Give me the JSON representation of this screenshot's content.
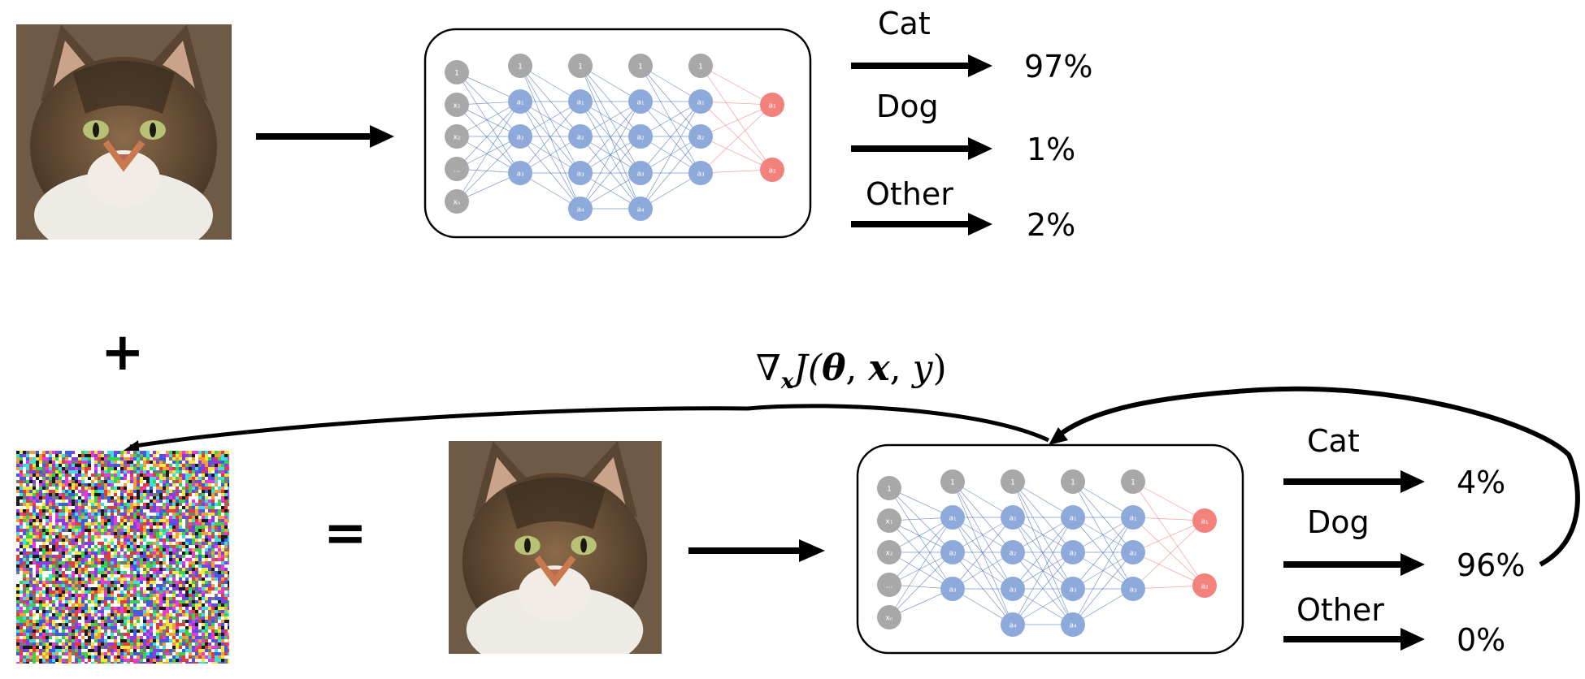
{
  "top": {
    "outputs": [
      {
        "label": "Cat",
        "value": "97%"
      },
      {
        "label": "Dog",
        "value": "1%"
      },
      {
        "label": "Other",
        "value": "2%"
      }
    ]
  },
  "bottom": {
    "outputs": [
      {
        "label": "Cat",
        "value": "4%"
      },
      {
        "label": "Dog",
        "value": "96%"
      },
      {
        "label": "Other",
        "value": "0%"
      }
    ]
  },
  "symbols": {
    "plus": "+",
    "equals": "="
  },
  "gradient": {
    "nabla": "∇",
    "sub": "x",
    "func": "J(",
    "theta": "θ",
    "sep1": ", ",
    "x": "x",
    "sep2": ", ",
    "y": "y",
    "close": ")"
  },
  "network": {
    "input_labels": [
      "1",
      "x₁",
      "x₂",
      "...",
      "xₙ"
    ],
    "hidden_bias": "1",
    "hidden_labels_a": [
      "a₁",
      "a₂",
      "a₃"
    ],
    "hidden_label_a4": "a₄",
    "output_labels": [
      "a₁",
      "a₂"
    ],
    "colors": {
      "gray": "#a8a8a8",
      "blue": "#8eaadb",
      "red": "#f4827c",
      "blue_edge": "#4a72b8",
      "red_edge": "#f4827c"
    }
  }
}
